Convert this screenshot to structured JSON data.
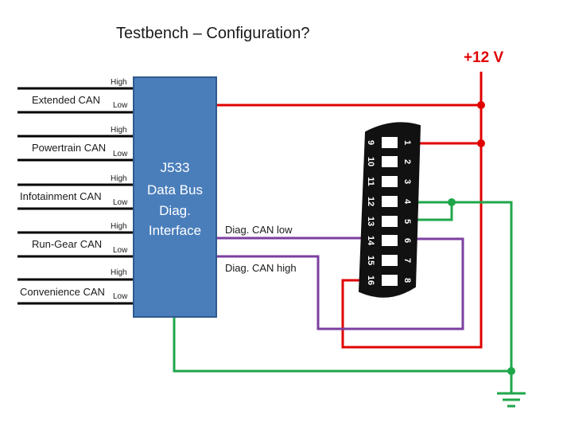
{
  "title": "Testbench – Configuration?",
  "supply_label": "+12 V",
  "ecu": {
    "lines": [
      "J533",
      "Data Bus",
      "Diag.",
      "Interface"
    ]
  },
  "buses": [
    {
      "name": "Extended CAN",
      "high": "High",
      "low": "Low"
    },
    {
      "name": "Powertrain CAN",
      "high": "High",
      "low": "Low"
    },
    {
      "name": "Infotainment CAN",
      "high": "High",
      "low": "Low"
    },
    {
      "name": "Run-Gear CAN",
      "high": "High",
      "low": "Low"
    },
    {
      "name": "Convenience CAN",
      "high": "High",
      "low": "Low"
    }
  ],
  "diag_labels": {
    "can_low": "Diag. CAN low",
    "can_high": "Diag. CAN high"
  },
  "connector": {
    "left_pins": [
      "9",
      "10",
      "11",
      "12",
      "13",
      "14",
      "15",
      "16"
    ],
    "right_pins": [
      "1",
      "2",
      "3",
      "4",
      "5",
      "6",
      "7",
      "8"
    ]
  },
  "colors": {
    "ecu_fill": "#4a7ebb",
    "power_wire": "#e00000",
    "ground_wire": "#1fa64a",
    "can_wire": "#7b3fa0",
    "connector_body": "#111111"
  }
}
